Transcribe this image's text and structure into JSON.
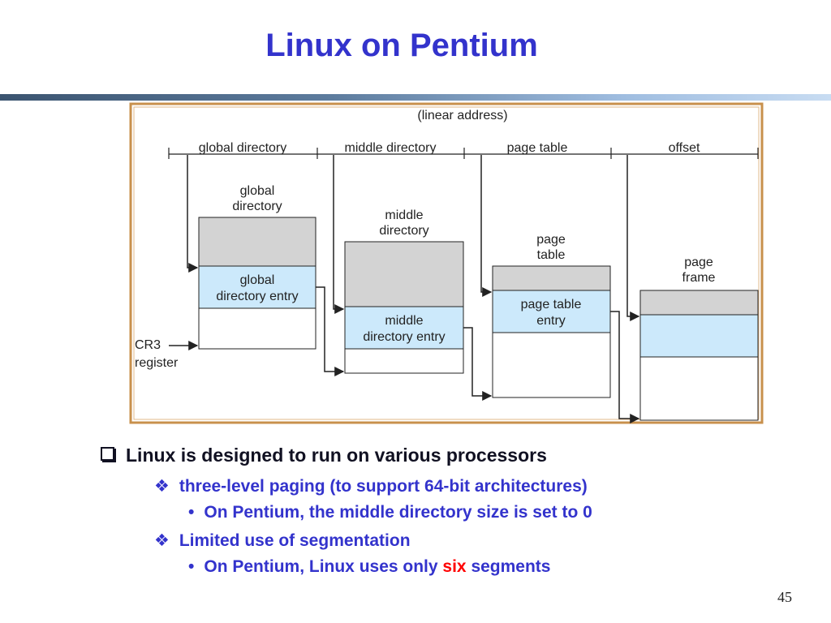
{
  "title": "Linux on Pentium",
  "page_number": "45",
  "diagram": {
    "linear_address_label": "(linear address)",
    "fields": [
      "global directory",
      "middle directory",
      "page table",
      "offset"
    ],
    "tables": {
      "global": {
        "heading": [
          "global",
          "directory"
        ],
        "entry": [
          "global",
          "directory entry"
        ]
      },
      "middle": {
        "heading": [
          "middle",
          "directory"
        ],
        "entry": [
          "middle",
          "directory entry"
        ]
      },
      "page_table": {
        "heading": [
          "page",
          "table"
        ],
        "entry": [
          "page table",
          "entry"
        ]
      },
      "page_frame": {
        "heading": [
          "page",
          "frame"
        ]
      }
    },
    "cr3": [
      "CR3",
      "register"
    ],
    "colors": {
      "gray": "#d3d3d3",
      "entry": "#cce9fb",
      "border": "#c8904c"
    }
  },
  "bullets": {
    "level1": "Linux is designed to run on various processors",
    "level2_a": "three-level paging (to support 64-bit architectures)",
    "level3_a": "On Pentium, the middle directory size is set to 0",
    "level2_b": "Limited use of segmentation",
    "level3_b_pre": "On Pentium, Linux uses only ",
    "level3_b_highlight": "six",
    "level3_b_post": " segments"
  }
}
